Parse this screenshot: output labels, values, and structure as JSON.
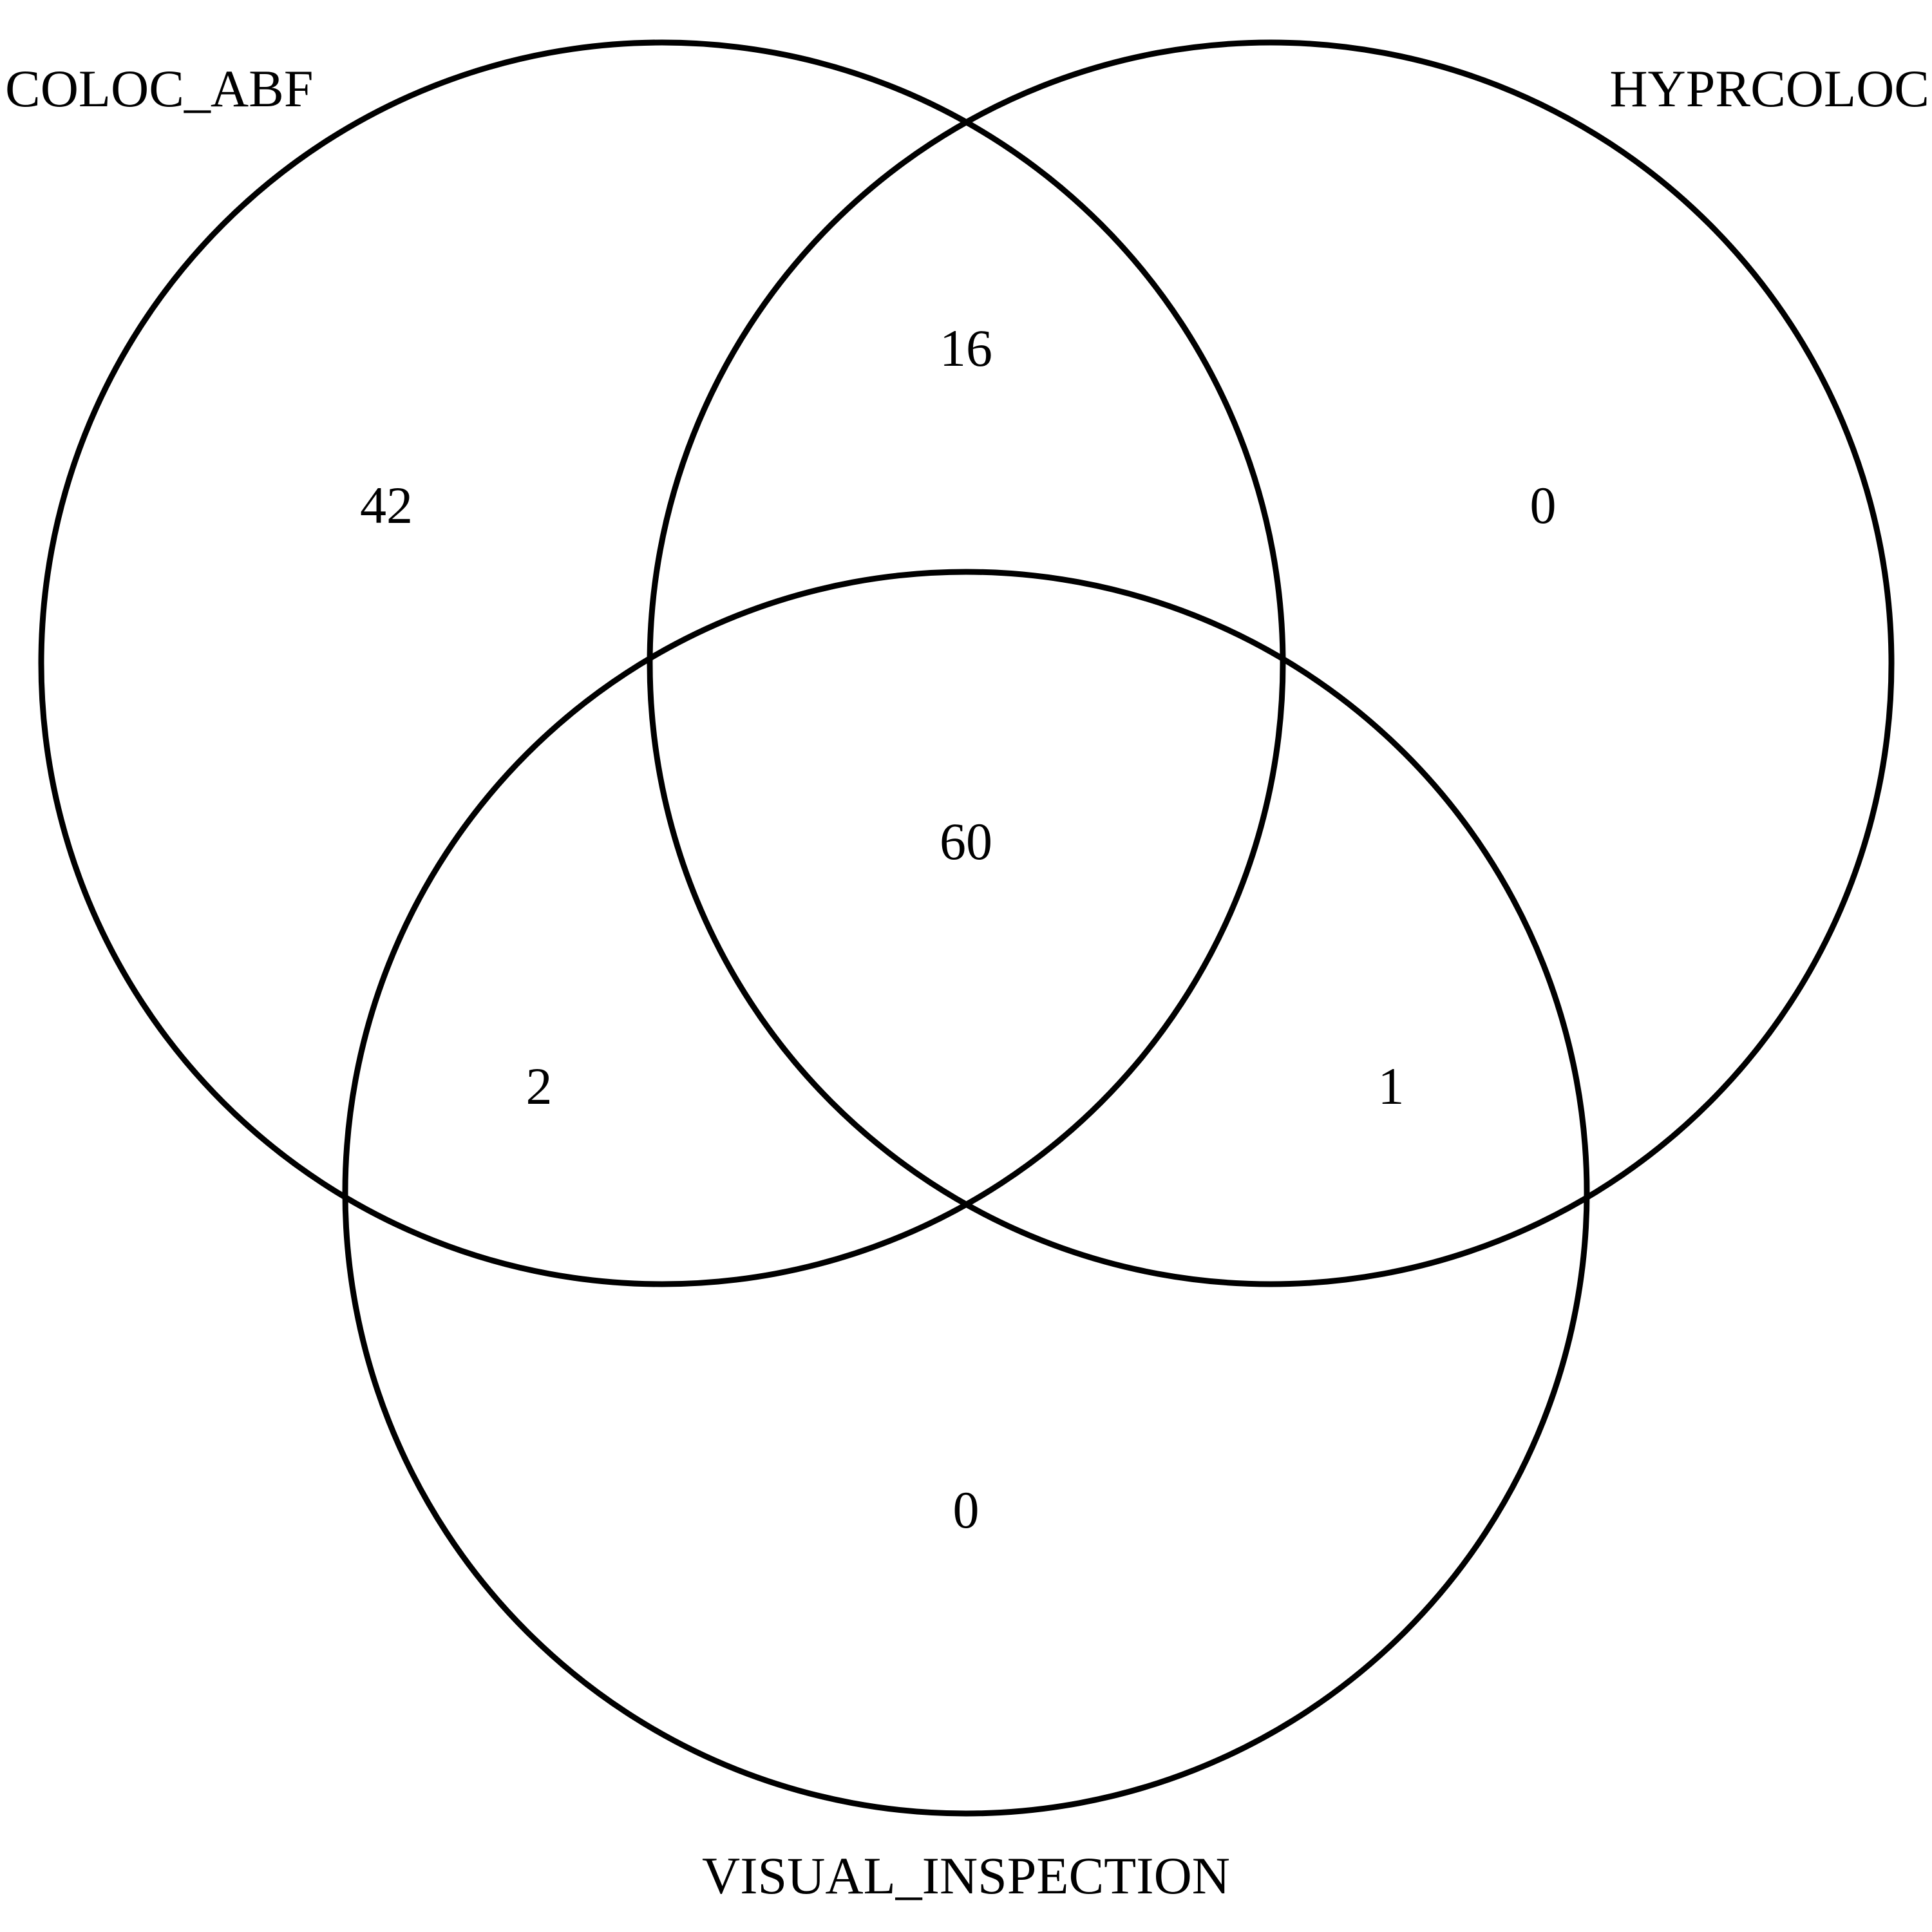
{
  "diagram": {
    "type": "venn3",
    "sets": [
      {
        "id": "a",
        "name": "COLOC_ABF"
      },
      {
        "id": "b",
        "name": "HYPRCOLOC"
      },
      {
        "id": "c",
        "name": "VISUAL_INSPECTION"
      }
    ],
    "regions": {
      "a_only": "42",
      "b_only": "0",
      "c_only": "0",
      "ab_only": "16",
      "ac_only": "2",
      "bc_only": "1",
      "abc": "60"
    },
    "colors": {
      "outline": "#000000",
      "text": "#000000",
      "background": "#ffffff"
    }
  }
}
